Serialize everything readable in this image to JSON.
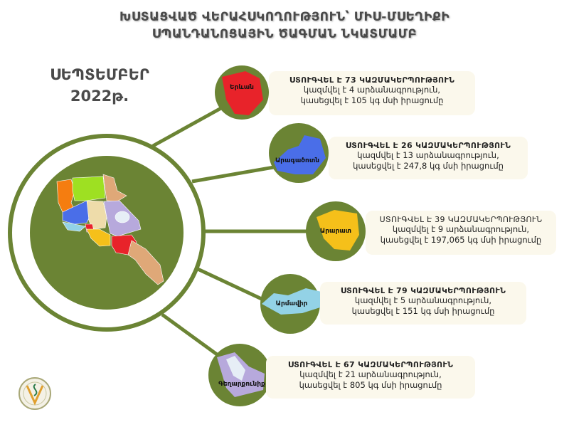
{
  "title": {
    "line1": "ԽՍՏԱՑՎԱԾ ՎԵՐԱՀՍԿՈՂՈՒԹՅՈՒՆ՝ ՄԻՍ-ՄՍԵՂԻՔԻ",
    "line2": "ՍՊԱՆԴԱՆՈՑԱՅԻՆ ԾԱԳՄԱՆ ՆԿԱՏՄԱՄԲ"
  },
  "period": {
    "month": "ՍԵՊՏԵՄԲԵՐ",
    "year": "2022թ."
  },
  "colors": {
    "green": "#6b8434",
    "yerevan": "#e8232a",
    "aragatsotn": "#4a6ee8",
    "ararat": "#f5c01a",
    "armavir": "#93d2e6",
    "gegharkunik": "#b7a9dc"
  },
  "regions": [
    {
      "name": "Երևան",
      "heading": "ՍՏՈՒԳՎԵԼ Է 73 ԿԱԶՄԱԿԵՐՊՈՒԹՅՈՒՆ",
      "line1": "կազմվել է 4 արձանագրություն,",
      "line2": "կասեցվել է 105 կգ մսի իրացումը"
    },
    {
      "name": "Արագածոտն",
      "heading": "ՍՏՈՒԳՎԵԼ Է 26 ԿԱԶՄԱԿԵՐՊՈՒԹՅՈՒՆ",
      "line1": "կազմվել է 13 արձանագրություն,",
      "line2": "կասեցվել է 247,8 կգ մսի իրացումը"
    },
    {
      "name": "Արարատ",
      "heading": "ՍՏՈՒԳՎԵԼ Է 39 ԿԱԶՄԱԿԵՐՊՈՒԹՅՈՒՆ",
      "line1": "կազմվել է 9 արձանագրություն,",
      "line2": "կասեցվել է 197,065  կգ մսի իրացումը"
    },
    {
      "name": "Արմավիր",
      "heading": "ՍՏՈՒԳՎԵԼ Է 79 ԿԱԶՄԱԿԵՐՊՈՒԹՅՈՒՆ",
      "line1": "կազմվել է 5 արձանագրություն,",
      "line2": "կասեցվել է 151  կգ մսի իրացումը"
    },
    {
      "name": "Գեղարքունիք",
      "heading": "ՍՏՈՒԳՎԵԼ Է 67 ԿԱԶՄԱԿԵՐՊՈՒԹՅՈՒՆ",
      "line1": "կազմվել է 21 արձանագրություն,",
      "line2": "կասեցվել է 805 կգ մսի իրացումը"
    }
  ]
}
